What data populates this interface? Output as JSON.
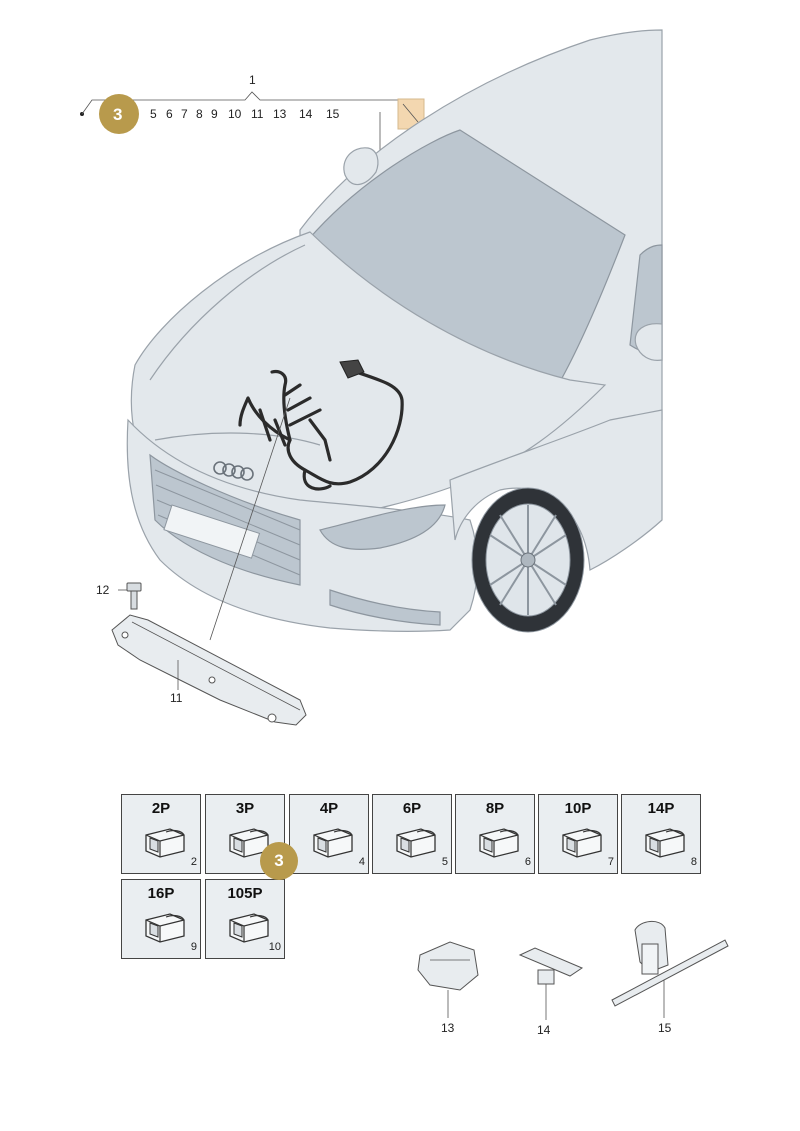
{
  "callout_row": {
    "badge": "3",
    "group_label": "1",
    "numbers": [
      "5",
      "6",
      "7",
      "8",
      "9",
      "10",
      "11",
      "13",
      "14",
      "15"
    ]
  },
  "labels": {
    "bracket": "11",
    "bolt": "12",
    "clip_13": "13",
    "clip_14": "14",
    "clip_15": "15"
  },
  "connectors": [
    {
      "title": "2P",
      "num": "2"
    },
    {
      "title": "3P",
      "num": "3"
    },
    {
      "title": "4P",
      "num": "4"
    },
    {
      "title": "6P",
      "num": "5"
    },
    {
      "title": "8P",
      "num": "6"
    },
    {
      "title": "10P",
      "num": "7"
    },
    {
      "title": "14P",
      "num": "8"
    },
    {
      "title": "16P",
      "num": "9"
    },
    {
      "title": "105P",
      "num": "10"
    }
  ],
  "grid_badge": "3",
  "colors": {
    "badge": "#b89a4c",
    "note_square": "#f3d7b0",
    "harness": "#2b2b2b",
    "cell_bg": "#eaeef1"
  }
}
